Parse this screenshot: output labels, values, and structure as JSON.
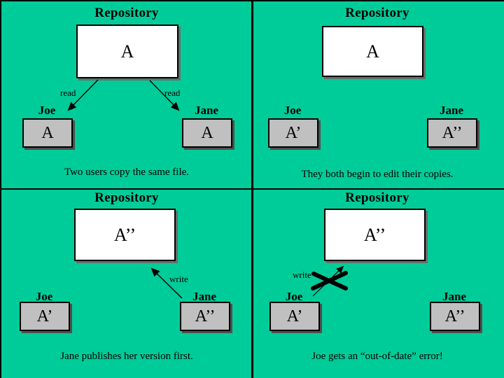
{
  "diagram_name": "version-control-overwrite-problem",
  "colors": {
    "background": "#00CC99",
    "repository_box": "#FFFFFF",
    "working_copy_box": "#C0C0C0",
    "line": "#000000",
    "shadow": "#5F5F5F"
  },
  "panels": [
    {
      "title": "Repository",
      "repo_file": "A",
      "left_arrow_label": "read",
      "right_arrow_label": "read",
      "joe": {
        "name": "Joe",
        "file": "A"
      },
      "jane": {
        "name": "Jane",
        "file": "A"
      },
      "caption": "Two users copy the same file."
    },
    {
      "title": "Repository",
      "repo_file": "A",
      "joe": {
        "name": "Joe",
        "file": "A’"
      },
      "jane": {
        "name": "Jane",
        "file": "A’’"
      },
      "caption": "They both begin to edit their copies."
    },
    {
      "title": "Repository",
      "repo_file": "A’’",
      "arrow_label": "write",
      "joe": {
        "name": "Joe",
        "file": "A’"
      },
      "jane": {
        "name": "Jane",
        "file": "A’’"
      },
      "caption": "Jane publishes her version first."
    },
    {
      "title": "Repository",
      "repo_file": "A’’",
      "arrow_label": "write",
      "blocked": true,
      "joe": {
        "name": "Joe",
        "file": "A’"
      },
      "jane": {
        "name": "Jane",
        "file": "A’’"
      },
      "caption": "Joe gets an “out-of-date” error!"
    }
  ]
}
